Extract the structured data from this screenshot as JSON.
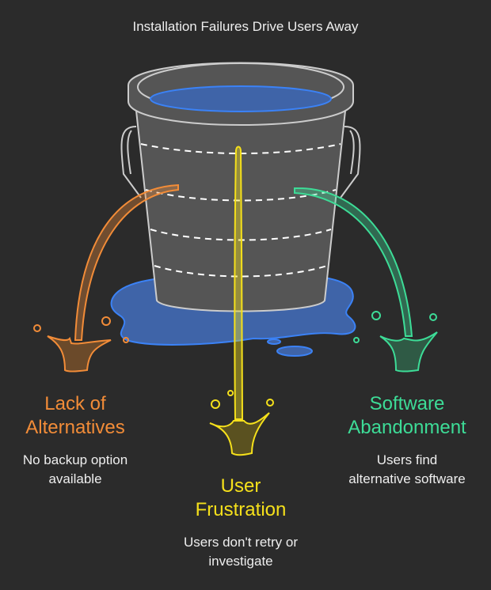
{
  "title": "Installation Failures Drive Users Away",
  "colors": {
    "background": "#2b2b2b",
    "bucket": "#555555",
    "water": "#3f64a8",
    "water_stroke": "#3b82f6",
    "orange": "#f28c38",
    "yellow": "#f5e01b",
    "green": "#3ddc97"
  },
  "leaks": [
    {
      "heading_line1": "Lack of",
      "heading_line2": "Alternatives",
      "desc_line1": "No backup option",
      "desc_line2": "available"
    },
    {
      "heading_line1": "User",
      "heading_line2": "Frustration",
      "desc_line1": "Users don't retry or",
      "desc_line2": "investigate"
    },
    {
      "heading_line1": "Software",
      "heading_line2": "Abandonment",
      "desc_line1": "Users find",
      "desc_line2": "alternative software"
    }
  ]
}
